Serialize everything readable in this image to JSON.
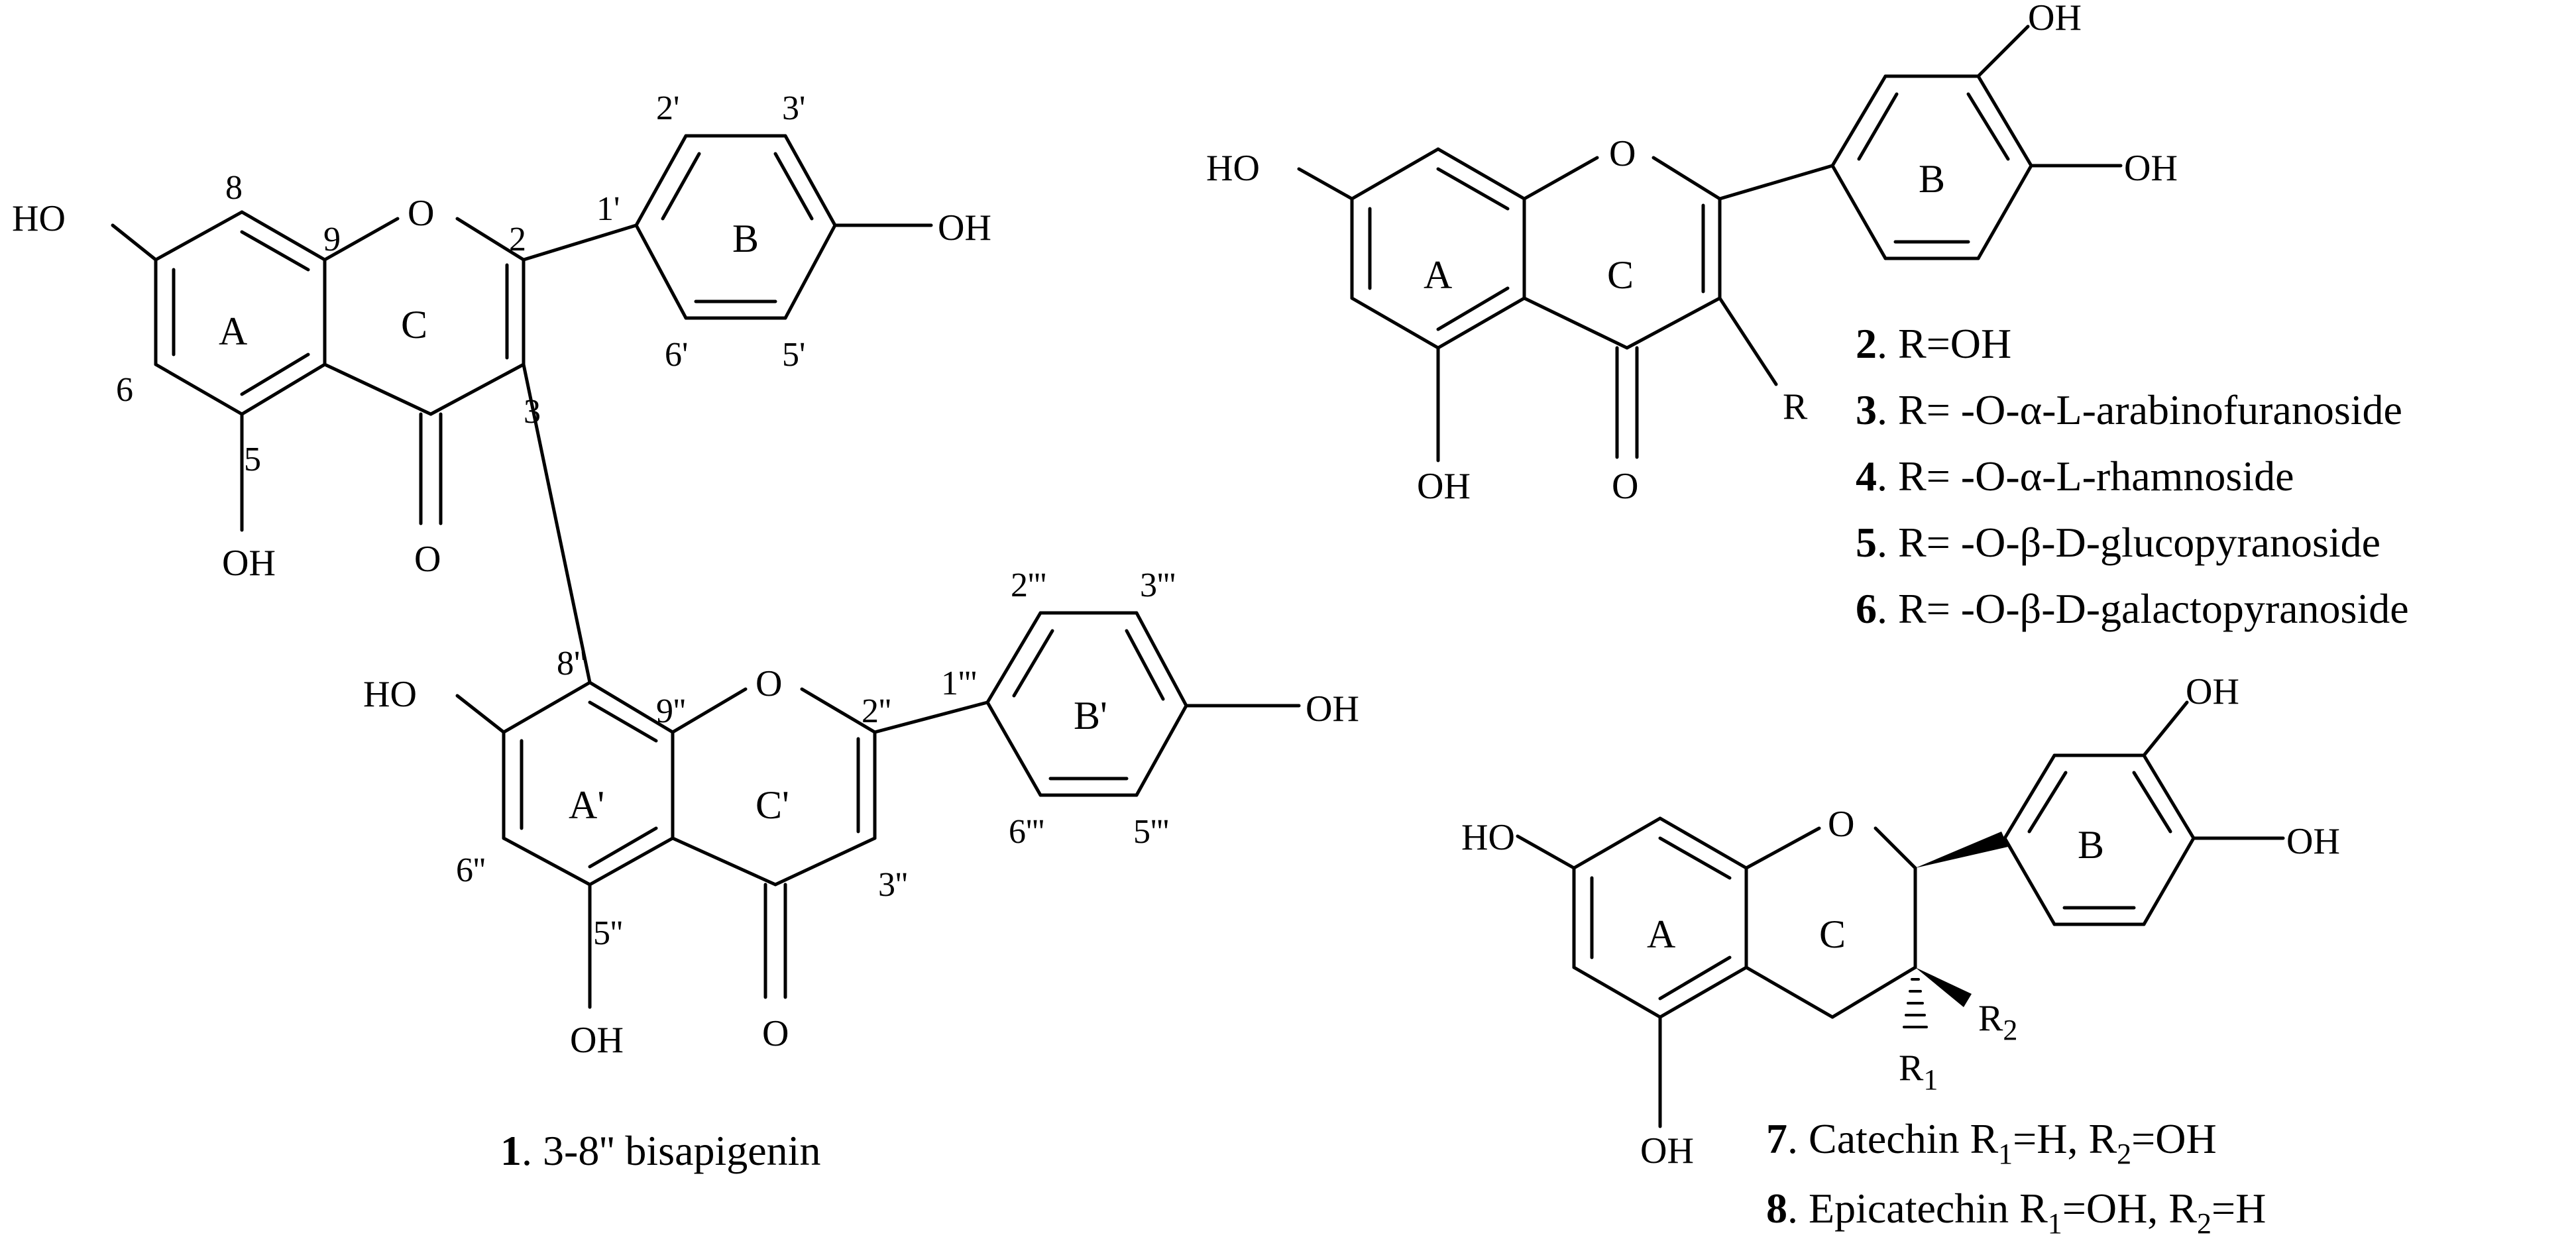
{
  "compound_1": {
    "atoms": {
      "oh_7": "HO",
      "oh_5": "OH",
      "oh_4p": "OH",
      "o_ring": "O",
      "o_keto": "O",
      "oh_7pp": "HO",
      "oh_5pp": "OH",
      "oh_4ppp": "OH",
      "o_ring2": "O",
      "o_keto2": "O"
    },
    "numbers": [
      "8",
      "9",
      "2",
      "1'",
      "2'",
      "3'",
      "6'",
      "5'",
      "6",
      "5",
      "3",
      "8''",
      "9''",
      "2''",
      "1'''",
      "2'''",
      "3'''",
      "6''",
      "5''",
      "3''",
      "6'''",
      "5'''"
    ],
    "rings": {
      "A": "A",
      "C": "C",
      "B": "B",
      "A2": "A'",
      "C2": "C'",
      "B2": "B'"
    },
    "caption_num": "1",
    "caption_text": ". 3-8'' bisapigenin"
  },
  "compound_2_6": {
    "atoms": {
      "ho_7": "HO",
      "oh_5": "OH",
      "o_ring": "O",
      "o_keto": "O",
      "oh_3p": "OH",
      "oh_4p": "OH",
      "r": "R"
    },
    "rings": {
      "A": "A",
      "C": "C",
      "B": "B"
    },
    "legend": [
      {
        "num": "2",
        "text": ". R=OH"
      },
      {
        "num": "3",
        "text": ". R= -O-α-L-arabinofuranoside"
      },
      {
        "num": "4",
        "text": ". R= -O-α-L-rhamnoside"
      },
      {
        "num": "5",
        "text": ". R= -O-β-D-glucopyranoside"
      },
      {
        "num": "6",
        "text": ". R= -O-β-D-galactopyranoside"
      }
    ]
  },
  "compound_7_8": {
    "atoms": {
      "ho_7": "HO",
      "oh_5": "OH",
      "o_ring": "O",
      "oh_3p": "OH",
      "oh_4p": "OH",
      "r1": "R",
      "r1_sub": "1",
      "r2": "R",
      "r2_sub": "2"
    },
    "rings": {
      "A": "A",
      "C": "C",
      "B": "B"
    },
    "legend": [
      {
        "num": "7",
        "name": ". Catechin R",
        "s1": "1",
        "mid": "=H, R",
        "s2": "2",
        "end": "=OH"
      },
      {
        "num": "8",
        "name": ". Epicatechin R",
        "s1": "1",
        "mid": "=OH, R",
        "s2": "2",
        "end": "=H"
      }
    ]
  }
}
